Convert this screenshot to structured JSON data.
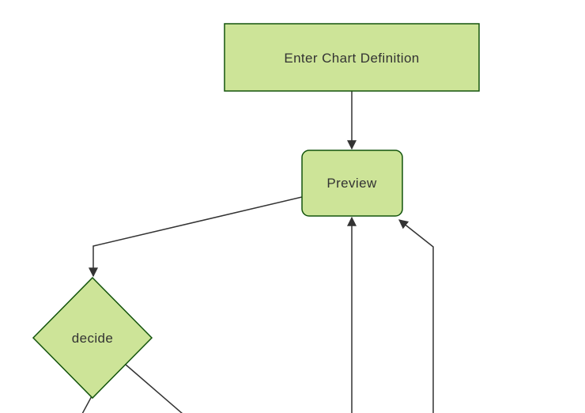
{
  "diagram": {
    "type": "flowchart",
    "direction": "top-down",
    "nodes": [
      {
        "id": "A",
        "label": "Enter Chart Definition",
        "shape": "rectangle"
      },
      {
        "id": "B",
        "label": "Preview",
        "shape": "rounded-rectangle"
      },
      {
        "id": "C",
        "label": "decide",
        "shape": "diamond"
      }
    ],
    "edges": [
      {
        "from": "Enter Chart Definition",
        "to": "Preview",
        "arrowhead": true,
        "cut_off_by_viewport": false
      },
      {
        "from": "Preview",
        "to": "decide",
        "arrowhead": true,
        "cut_off_by_viewport": false
      },
      {
        "from": "offscreen-bottom",
        "to": "Preview bottom edge",
        "arrowhead": true,
        "cut_off_by_viewport": true
      },
      {
        "from": "offscreen-bottom",
        "to": "Preview bottom-right corner",
        "arrowhead": true,
        "cut_off_by_viewport": true
      },
      {
        "from": "decide bottom vertex",
        "to": "offscreen-bottom",
        "arrowhead": false,
        "cut_off_by_viewport": true
      },
      {
        "from": "decide lower-right edge",
        "to": "offscreen-bottom",
        "arrowhead": false,
        "cut_off_by_viewport": true
      }
    ],
    "colors": {
      "background": "#ffffff",
      "node_fill": "#cde498",
      "node_border": "#13540c",
      "edge_line": "#333333",
      "label_text": "#333333"
    }
  }
}
